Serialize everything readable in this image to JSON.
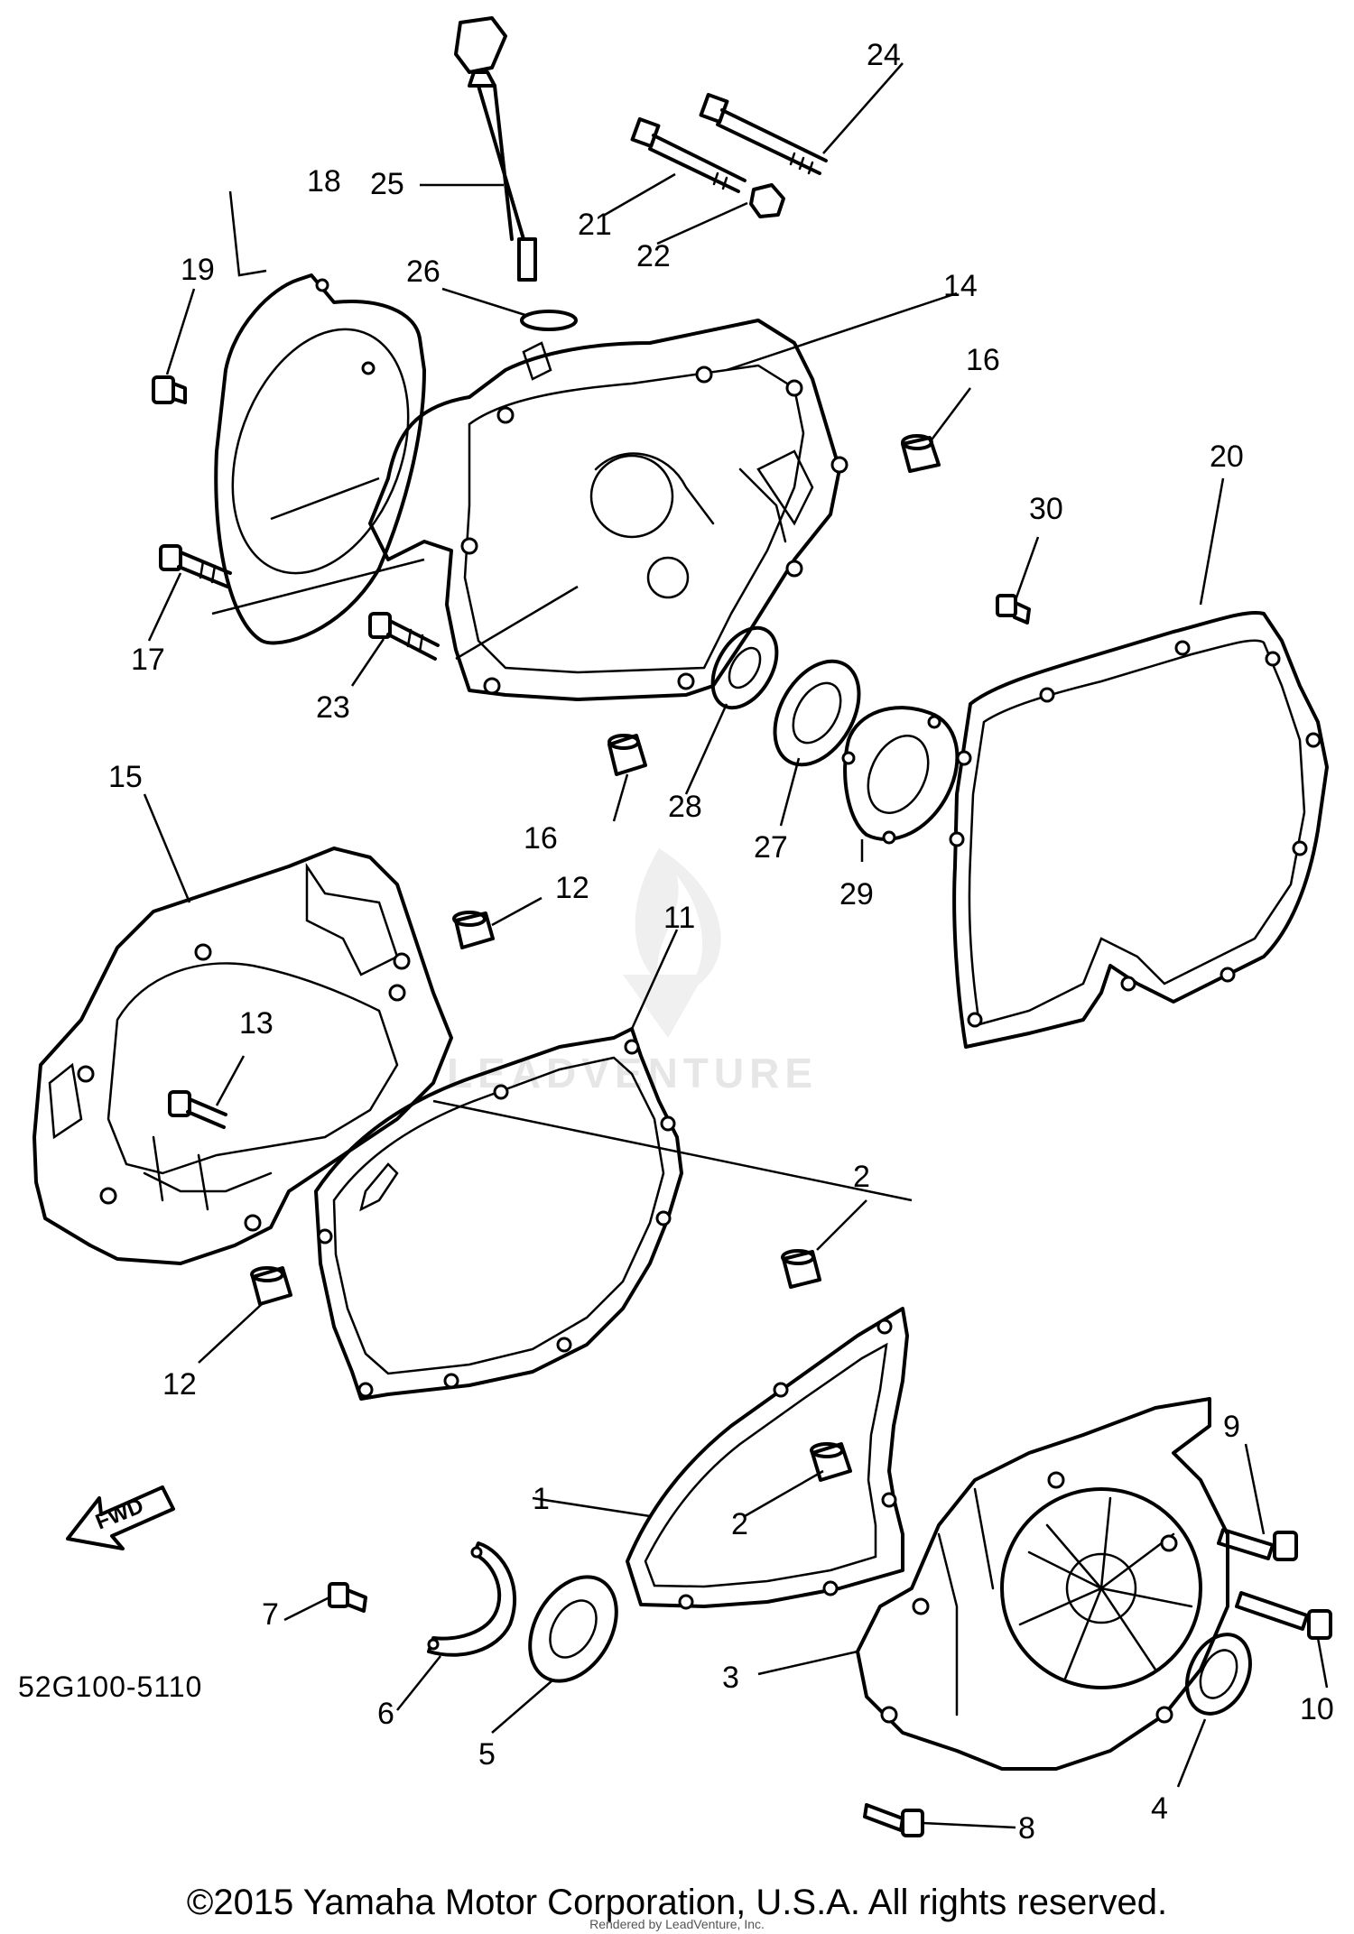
{
  "diagram_code": "52G100-5110",
  "watermark": "LEADVENTURE",
  "direction_label": "FWD",
  "copyright": "©2015 Yamaha Motor Corporation, U.S.A. All rights reserved.",
  "rendered_by": "Rendered by LeadVenture, Inc.",
  "callouts": {
    "c1": "1",
    "c2a": "2",
    "c2b": "2",
    "c3": "3",
    "c4": "4",
    "c5": "5",
    "c6": "6",
    "c7": "7",
    "c8": "8",
    "c9": "9",
    "c10": "10",
    "c11": "11",
    "c12a": "12",
    "c12b": "12",
    "c13": "13",
    "c14": "14",
    "c15": "15",
    "c16a": "16",
    "c16b": "16",
    "c17": "17",
    "c18": "18",
    "c19": "19",
    "c20": "20",
    "c21": "21",
    "c22": "22",
    "c23": "23",
    "c24": "24",
    "c25": "25",
    "c26": "26",
    "c27": "27",
    "c28": "28",
    "c29": "29",
    "c30": "30"
  }
}
